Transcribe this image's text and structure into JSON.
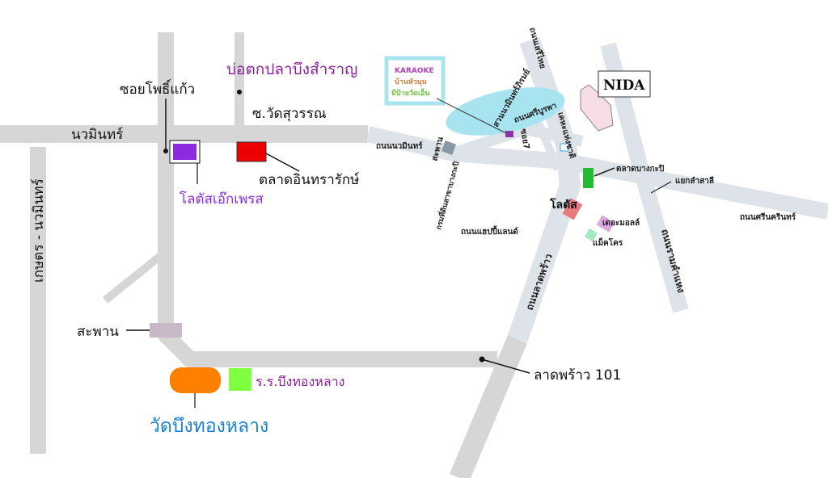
{
  "left_map": {
    "pond": "บ่อตกปลาบึงสำราญ",
    "soi_pho_kaeo": "ซอยโพธิ์แก้ว",
    "soi_wat_suwan": "ซ.วัดสุวรรณ",
    "nawamin": "นวมินทร์",
    "kaset_nawamin": "เกษตร - นวมินทร์",
    "indra_market": "ตลาดอินทรารักษ์",
    "lotus_express": "โลตัสเอ๊กเพรส",
    "bridge": "สะพาน",
    "school": "ร.ร.บึงทองหลาง",
    "temple": "วัดบึงทองหลาง",
    "ladprao101": "ลาดพร้าว 101"
  },
  "right_map": {
    "karaoke": [
      "KARAOKE",
      "บ้านหัวมุม",
      "มีป้ายวัดเอ็น"
    ],
    "nida": "NIDA",
    "seri_thai": "ถนนเสรีไทย",
    "park": "สวนนวมินทร์ภิรมย์",
    "sriburapha": "ถนนศรีบูรพา",
    "soi7": "ซอย7",
    "kheha": "เคหะแห่งชาติ",
    "nawamin_rd": "ถนนนวมินทร์",
    "bridge": "สะพาน",
    "land_dept": "กรมที่ดินสาขาบางกะปิ",
    "bangkapi_market": "ตลาดบางกะปิ",
    "lamsali": "แยกลำสาลี",
    "srinakarin": "ถนนศรีนครินทร์",
    "lotus": "โลตัส",
    "mall": "เดอะมอลล์",
    "makro": "แม็คโคร",
    "happyland": "ถนนแฮปปี้แลนด์",
    "ladprao_rd": "ถนนลาดพร้าว",
    "ramkhamhaeng": "ถนนรามคำแหง"
  },
  "colors": {
    "road": "#d6d6d6",
    "road_right": "#dde3e8",
    "purple": "#8b1f9b",
    "blue": "#1a7fd0",
    "orange": "#ff8000",
    "green": "#80ff40",
    "red": "#ee0000",
    "violet": "#8a2be2"
  }
}
